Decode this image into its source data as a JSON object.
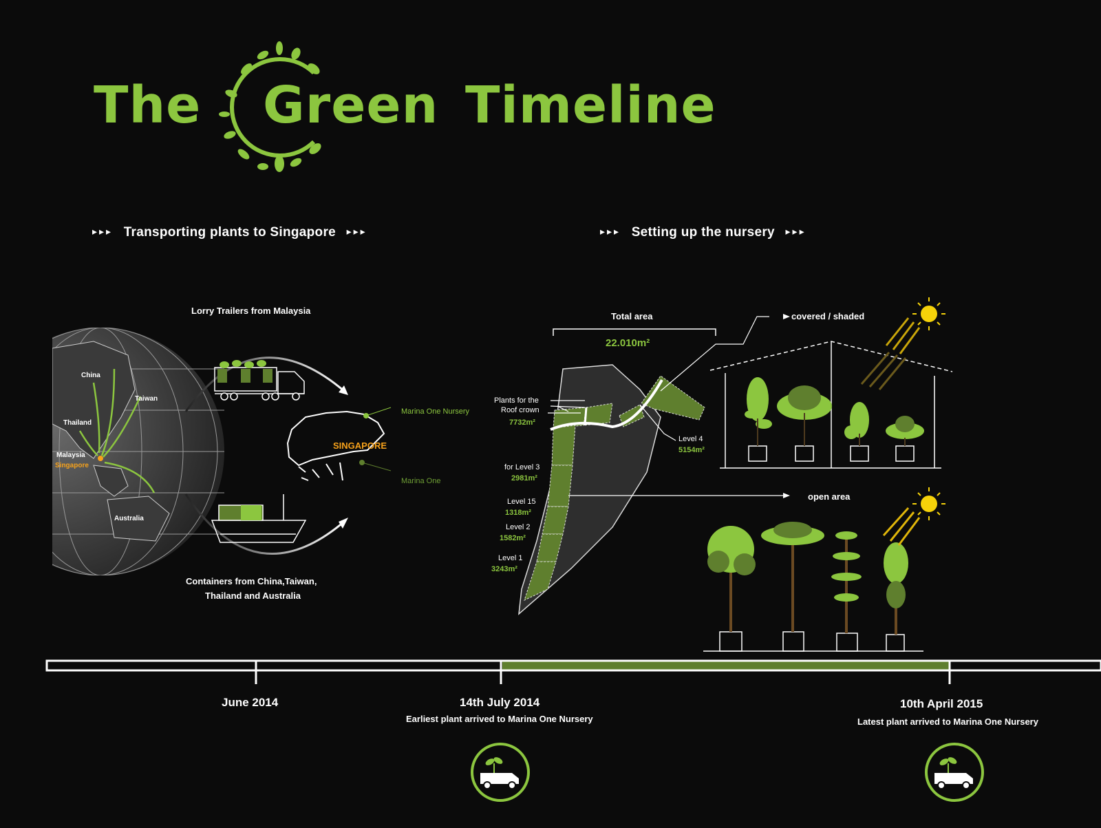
{
  "title": {
    "word1": "The",
    "word2": "Green",
    "word3": "Timeline"
  },
  "sections": {
    "transport": {
      "heading": "Transporting plants to Singapore",
      "arrows": "▸▸▸"
    },
    "nursery": {
      "heading": "Setting up the nursery",
      "arrows": "▸▸▸"
    }
  },
  "transport": {
    "lorry_label": "Lorry Trailers from Malaysia",
    "containers_label_1": "Containers from China,Taiwan,",
    "containers_label_2": "Thailand and Australia",
    "globe_labels": {
      "china": "China",
      "taiwan": "Taiwan",
      "thailand": "Thailand",
      "malaysia": "Malaysia",
      "singapore": "Singapore",
      "australia": "Australia"
    },
    "map": {
      "name": "SINGAPORE",
      "nursery": "Marina One Nursery",
      "site": "Marina One"
    }
  },
  "nursery": {
    "total_area_label": "Total area",
    "total_area_value": "22.010m²",
    "zones": [
      {
        "label_1": "Plants for the",
        "label_2": "Roof crown",
        "value": "7732m²"
      },
      {
        "label_1": "for Level 3",
        "label_2": "",
        "value": "2981m²"
      },
      {
        "label_1": "Level 15",
        "label_2": "",
        "value": "1318m²"
      },
      {
        "label_1": "Level 2",
        "label_2": "",
        "value": "1582m²"
      },
      {
        "label_1": "Level 1",
        "label_2": "",
        "value": "3243m²"
      },
      {
        "label_1": "Level 4",
        "label_2": "",
        "value": "5154m²"
      }
    ],
    "covered_label": "covered / shaded",
    "open_label": "open area"
  },
  "timeline": {
    "milestones": [
      {
        "date": "June 2014",
        "caption": ""
      },
      {
        "date": "14th July 2014",
        "caption": "Earliest plant arrived to Marina One Nursery"
      },
      {
        "date": "10th April 2015",
        "caption": "Latest  plant arrived to Marina One Nursery"
      }
    ],
    "icons": [
      "truck-plant-icon",
      "truck-plant-icon"
    ]
  },
  "colors": {
    "accent_green": "#8cc63f",
    "dark_green": "#5f7f2e",
    "background": "#0b0b0b",
    "singapore_orange": "#f7a21b",
    "sun_yellow": "#f5d20a"
  }
}
